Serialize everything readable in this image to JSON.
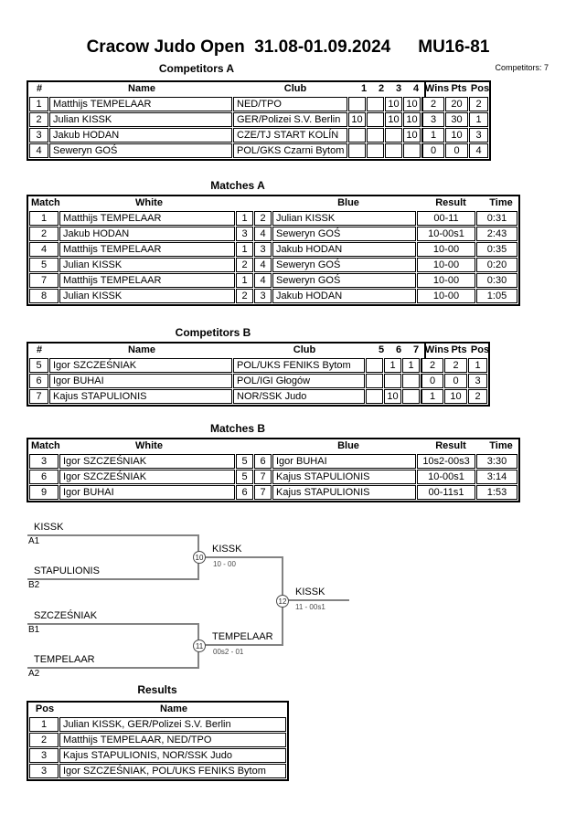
{
  "page": {
    "title": "Cracow Judo Open  31.08-01.09.2024",
    "category": "MU16-81",
    "competitors_count_label": "Competitors: 7"
  },
  "sections": {
    "competitors_a": {
      "heading": "Competitors A",
      "table": {
        "header": [
          "#",
          "Name",
          "Club",
          "1",
          "2",
          "3",
          "4",
          "Wins",
          "Pts",
          "Pos"
        ],
        "rows": [
          [
            "1",
            "Matthijs TEMPELAAR",
            "NED/TPO",
            "",
            "",
            "10",
            "10",
            "2",
            "20",
            "2"
          ],
          [
            "2",
            "Julian KISSK",
            "GER/Polizei S.V. Berlin",
            "10",
            "",
            "10",
            "10",
            "3",
            "30",
            "1"
          ],
          [
            "3",
            "Jakub HODAN",
            "CZE/TJ START KOLÍN",
            "",
            "",
            "",
            "10",
            "1",
            "10",
            "3"
          ],
          [
            "4",
            "Seweryn GOŚ",
            "POL/GKS Czarni Bytom",
            "",
            "",
            "",
            "",
            "0",
            "0",
            "4"
          ]
        ]
      }
    },
    "matches_a": {
      "heading": "Matches A",
      "table": {
        "header": [
          "Match",
          "White",
          "Blue",
          "Result",
          "Time"
        ],
        "rows": [
          [
            "1",
            "Matthijs TEMPELAAR",
            "1",
            "2",
            "Julian KISSK",
            "00-11",
            "0:31"
          ],
          [
            "2",
            "Jakub HODAN",
            "3",
            "4",
            "Seweryn GOŚ",
            "10-00s1",
            "2:43"
          ],
          [
            "4",
            "Matthijs TEMPELAAR",
            "1",
            "3",
            "Jakub HODAN",
            "10-00",
            "0:35"
          ],
          [
            "5",
            "Julian KISSK",
            "2",
            "4",
            "Seweryn GOŚ",
            "10-00",
            "0:20"
          ],
          [
            "7",
            "Matthijs TEMPELAAR",
            "1",
            "4",
            "Seweryn GOŚ",
            "10-00",
            "0:30"
          ],
          [
            "8",
            "Julian KISSK",
            "2",
            "3",
            "Jakub HODAN",
            "10-00",
            "1:05"
          ]
        ]
      }
    },
    "competitors_b": {
      "heading": "Competitors B",
      "table": {
        "header": [
          "#",
          "Name",
          "Club",
          "5",
          "6",
          "7",
          "Wins",
          "Pts",
          "Pos"
        ],
        "rows": [
          [
            "5",
            "Igor SZCZEŚNIAK",
            "POL/UKS FENIKS Bytom",
            "",
            "1",
            "1",
            "2",
            "2",
            "1"
          ],
          [
            "6",
            "Igor BUHAI",
            "POL/IGI Głogów",
            "",
            "",
            "",
            "0",
            "0",
            "3"
          ],
          [
            "7",
            "Kajus STAPULIONIS",
            "NOR/SSK Judo",
            "",
            "10",
            "",
            "1",
            "10",
            "2"
          ]
        ]
      }
    },
    "matches_b": {
      "heading": "Matches B",
      "table": {
        "header": [
          "Match",
          "White",
          "Blue",
          "Result",
          "Time"
        ],
        "rows": [
          [
            "3",
            "Igor SZCZEŚNIAK",
            "5",
            "6",
            "Igor BUHAI",
            "10s2-00s3",
            "3:30"
          ],
          [
            "6",
            "Igor SZCZEŚNIAK",
            "5",
            "7",
            "Kajus STAPULIONIS",
            "10-00s1",
            "3:14"
          ],
          [
            "9",
            "Igor BUHAI",
            "6",
            "7",
            "Kajus STAPULIONIS",
            "00-11s1",
            "1:53"
          ]
        ]
      }
    },
    "results": {
      "heading": "Results",
      "table": {
        "header": [
          "Pos",
          "Name"
        ],
        "rows": [
          [
            "1",
            "Julian KISSK, GER/Polizei S.V. Berlin"
          ],
          [
            "2",
            "Matthijs TEMPELAAR, NED/TPO"
          ],
          [
            "3",
            "Kajus STAPULIONIS, NOR/SSK Judo"
          ],
          [
            "3",
            "Igor SZCZEŚNIAK, POL/UKS FENIKS Bytom"
          ]
        ]
      }
    }
  },
  "bracket": {
    "entrants": [
      {
        "name": "KISSK",
        "seed": "A1"
      },
      {
        "name": "STAPULIONIS",
        "seed": "B2"
      },
      {
        "name": "SZCZEŚNIAK",
        "seed": "B1"
      },
      {
        "name": "TEMPELAAR",
        "seed": "A2"
      }
    ],
    "semifinal_1": {
      "match_no": "10",
      "winner": "KISSK",
      "score": "10 - 00"
    },
    "semifinal_2": {
      "match_no": "11",
      "winner": "TEMPELAAR",
      "score": "00s2 - 01"
    },
    "final": {
      "match_no": "12",
      "winner": "KISSK",
      "score": "11 - 00s1"
    }
  },
  "colors": {
    "text": "#000000",
    "bracket_line": "#838383",
    "table_border": "#000000",
    "background": "#ffffff"
  }
}
